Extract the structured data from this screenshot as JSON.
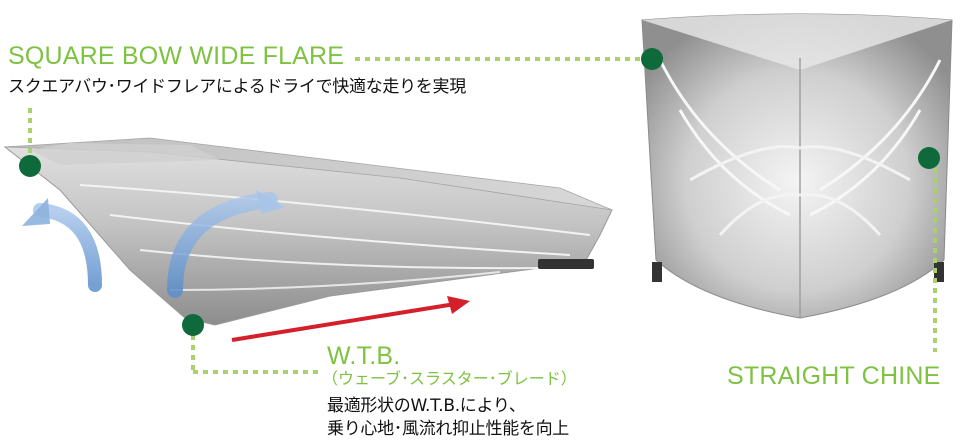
{
  "labels": {
    "square_bow": {
      "title": "SQUARE BOW WIDE FLARE",
      "desc": "スクエアバウ･ワイドフレアによるドライで快適な走りを実現"
    },
    "wtb": {
      "title": "W.T.B.",
      "subtitle": "（ウェーブ･スラスター･ブレード）",
      "desc_line1": "最適形状のW.T.B.により、",
      "desc_line2": "乗り心地･風流れ抑止性能を向上"
    },
    "chine": {
      "title": "STRAIGHT CHINE"
    }
  },
  "colors": {
    "accent_green": "#7ec242",
    "marker_green": "#0e6a3a",
    "flow_arrow_blue": "#7aa6d6",
    "thrust_arrow_red": "#d4202a",
    "hull_gray": "#b9b9b9"
  },
  "icons": {
    "marker": "filled-circle",
    "flow_arrow": "curved-arrow",
    "thrust_arrow": "straight-arrow-right"
  }
}
